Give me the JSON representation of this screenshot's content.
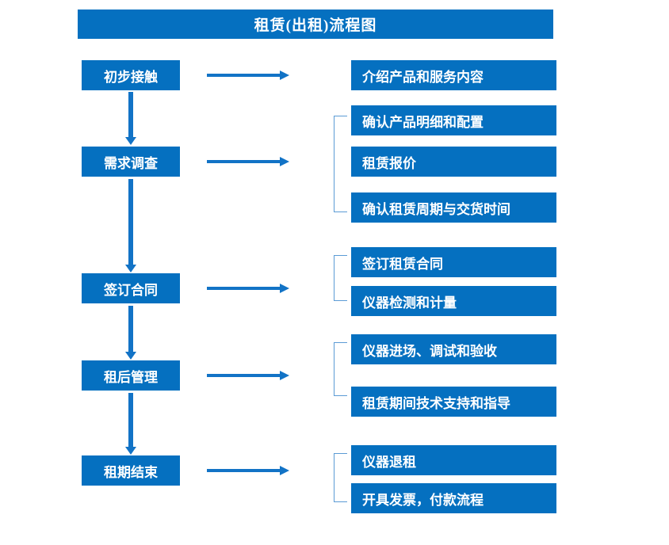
{
  "title": "租赁(出租)流程图",
  "colors": {
    "box_fill": "#0570C0",
    "box_text": "#FFFFFF",
    "arrow": "#1273C6",
    "bracket": "#5B9BD5",
    "background": "#FFFFFF"
  },
  "stages": [
    {
      "label": "初步接触"
    },
    {
      "label": "需求调查"
    },
    {
      "label": "签订合同"
    },
    {
      "label": "租后管理"
    },
    {
      "label": "租期结束"
    }
  ],
  "details": [
    {
      "label": "介绍产品和服务内容"
    },
    {
      "label": "确认产品明细和配置"
    },
    {
      "label": "租赁报价"
    },
    {
      "label": "确认租赁周期与交货时间"
    },
    {
      "label": "签订租赁合同"
    },
    {
      "label": "仪器检测和计量"
    },
    {
      "label": "仪器进场、调试和验收"
    },
    {
      "label": "租赁期间技术支持和指导"
    },
    {
      "label": "仪器退租"
    },
    {
      "label": "开具发票，付款流程"
    }
  ],
  "groups": [
    {
      "stage": "需求调查",
      "items": [
        "确认产品明细和配置",
        "租赁报价",
        "确认租赁周期与交货时间"
      ]
    },
    {
      "stage": "签订合同",
      "items": [
        "签订租赁合同",
        "仪器检测和计量"
      ]
    },
    {
      "stage": "租后管理",
      "items": [
        "仪器进场、调试和验收",
        "租赁期间技术支持和指导"
      ]
    },
    {
      "stage": "租期结束",
      "items": [
        "仪器退租",
        "开具发票，付款流程"
      ]
    }
  ],
  "flow": {
    "stage_transitions": [
      "初步接触 → 需求调查",
      "需求调查 → 签订合同",
      "签订合同 → 租后管理",
      "租后管理 → 租期结束"
    ],
    "arrow_icon": "right-arrow-icon",
    "down_arrow_icon": "down-arrow-icon"
  }
}
